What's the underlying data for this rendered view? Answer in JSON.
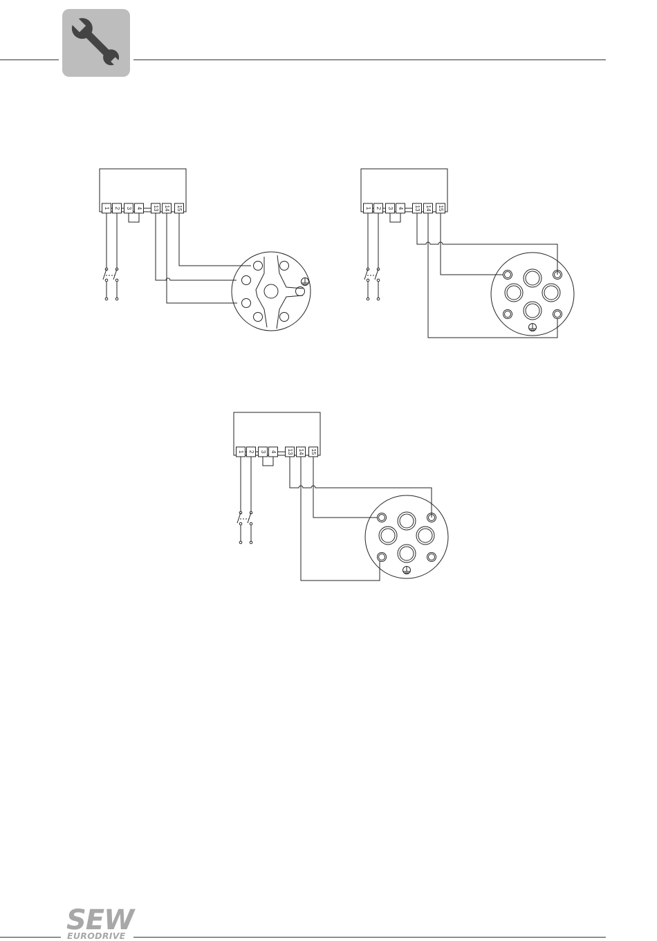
{
  "header": {
    "icon": "wrench-icon",
    "tab_color": "#bdbdbd"
  },
  "footer": {
    "logo_main": "SEW",
    "logo_sub": "EURODRIVE"
  },
  "terminals": [
    "1",
    "2",
    "3",
    "4",
    "13",
    "14",
    "15"
  ],
  "diagrams": [
    {
      "id": "diagram-1",
      "connector": "round-3-pin-connector"
    },
    {
      "id": "diagram-2",
      "connector": "7-contact-plug"
    },
    {
      "id": "diagram-3",
      "connector": "7-contact-plug"
    }
  ]
}
